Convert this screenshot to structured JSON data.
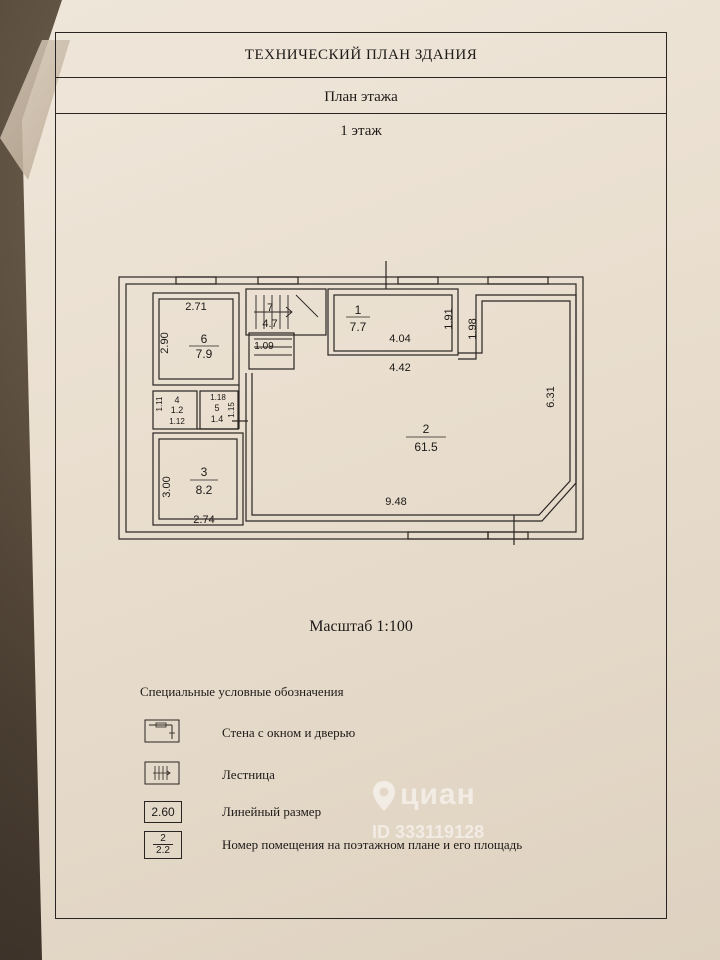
{
  "document": {
    "title": "ТЕХНИЧЕСКИЙ ПЛАН ЗДАНИЯ",
    "subtitle": "План этажа",
    "floor": "1 этаж",
    "scale": "Масштаб 1:100"
  },
  "rooms": [
    {
      "number": "6",
      "area": "7.9",
      "dims": [
        "2.71",
        "2.90"
      ]
    },
    {
      "number": "7",
      "area": "4.7",
      "dims": [
        "1.09"
      ]
    },
    {
      "number": "1",
      "area": "7.7",
      "dims": [
        "4.04",
        "1.91",
        "1.98",
        "4.42"
      ]
    },
    {
      "number": "4",
      "area": "1.2",
      "dims": [
        "1.11",
        "1.12"
      ]
    },
    {
      "number": "5",
      "area": "1.4",
      "dims": [
        "1.18",
        "1.15"
      ]
    },
    {
      "number": "2",
      "area": "61.5",
      "dims": [
        "6.31",
        "9.48"
      ]
    },
    {
      "number": "3",
      "area": "8.2",
      "dims": [
        "3.00",
        "2.74"
      ]
    }
  ],
  "legend": {
    "title": "Специальные условные обозначения",
    "items": [
      {
        "icon": "wall-window-door-icon",
        "label": "Стена с окном и дверью"
      },
      {
        "icon": "stairs-icon",
        "label": "Лестница"
      },
      {
        "icon": "linear-dimension-icon",
        "label": "Линейный размер",
        "sample": "2.60"
      },
      {
        "icon": "room-number-icon",
        "label": "Номер помещения на поэтажном плане и его площадь",
        "sample_num": "2",
        "sample_area": "2.2"
      }
    ]
  },
  "watermark": {
    "brand": "циан",
    "id": "ID 333119128"
  }
}
